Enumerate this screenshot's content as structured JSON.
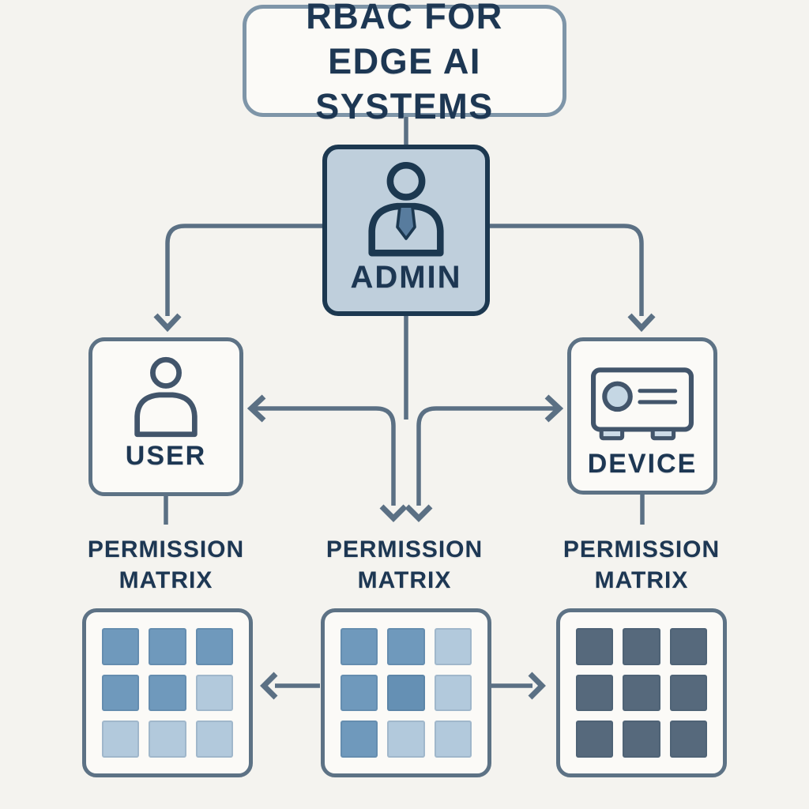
{
  "title": {
    "line1": "RBAC FOR",
    "line2": "EDGE AI SYSTEMS"
  },
  "nodes": {
    "admin": {
      "label": "ADMIN",
      "icon": "admin-person-tie-icon"
    },
    "user": {
      "label": "USER",
      "icon": "user-person-icon"
    },
    "device": {
      "label": "DEVICE",
      "icon": "edge-device-icon"
    }
  },
  "permission_labels": {
    "left": {
      "line1": "PERMISSION",
      "line2": "MATRIX"
    },
    "middle": {
      "line1": "PERMISSION",
      "line2": "MATRIX"
    },
    "right": {
      "line1": "PERMISSION",
      "line2": "MATRIX"
    }
  },
  "matrices": {
    "left": {
      "cells": [
        "medium",
        "medium",
        "medium",
        "medium",
        "medium",
        "light",
        "light",
        "light",
        "light"
      ]
    },
    "middle": {
      "cells": [
        "medium",
        "medium",
        "light",
        "medium",
        "mediumdark",
        "light",
        "medium",
        "light",
        "light"
      ]
    },
    "right": {
      "cells": [
        "dark",
        "dark",
        "dark",
        "dark",
        "dark",
        "dark",
        "dark",
        "dark",
        "dark"
      ]
    }
  },
  "edges": [
    {
      "from": "title",
      "to": "admin",
      "type": "line"
    },
    {
      "from": "admin",
      "to": "user",
      "type": "arrow-down"
    },
    {
      "from": "admin",
      "to": "device",
      "type": "arrow-down"
    },
    {
      "from": "admin",
      "to": "center-junction",
      "type": "line-down"
    },
    {
      "from": "center-junction",
      "to": "user",
      "type": "arrow-left"
    },
    {
      "from": "center-junction",
      "to": "device",
      "type": "arrow-right"
    },
    {
      "from": "center-junction",
      "to": "middle-permission-matrix",
      "type": "double-arrow-down"
    },
    {
      "from": "user",
      "to": "left-permission-matrix",
      "type": "line-down"
    },
    {
      "from": "device",
      "to": "right-permission-matrix",
      "type": "line-down"
    },
    {
      "from": "middle-matrix",
      "to": "left-matrix",
      "type": "arrow-left"
    },
    {
      "from": "middle-matrix",
      "to": "right-matrix",
      "type": "arrow-right"
    }
  ],
  "colors": {
    "background": "#f4f3ef",
    "box_fill": "#fbfaf7",
    "admin_fill": "#bfcfdc",
    "navy_text": "#1d3753",
    "admin_border": "#1c3850",
    "slate_border": "#5d7285",
    "title_border": "#7e95a8",
    "connector": "#5b7084",
    "tie_fill": "#587c9e",
    "lens_fill": "#c5d7e4",
    "cell_medium": "#6f99bc",
    "cell_mediumdark": "#6590b4",
    "cell_light": "#b2c9dc",
    "cell_dark": "#56697c"
  }
}
